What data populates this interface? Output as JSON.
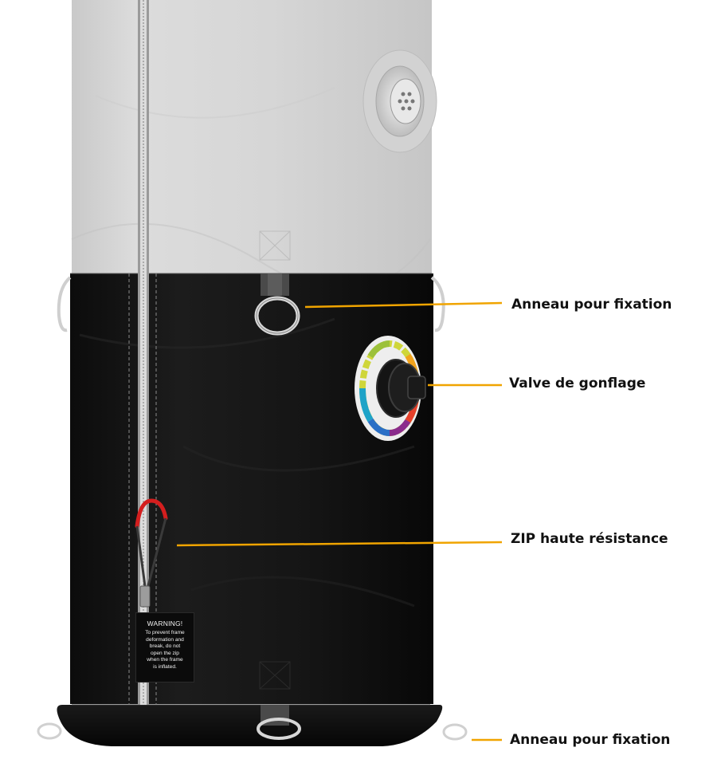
{
  "callouts": {
    "ring_top": "Anneau pour fixation",
    "valve": "Valve de gonflage",
    "zip": "ZIP haute résistance",
    "ring_bottom": "Anneau pour fixation"
  },
  "warning_tag": {
    "title": "WARNING!",
    "body": "To prevent frame\ndeformation and\nbreak, do not\nopen the zip\nwhen the frame\nis inflated."
  },
  "colors": {
    "accent_line": "#f0a400",
    "top_fabric": "#d4d4d4",
    "bottom_fabric": "#121212",
    "zip_pull": "#d41e1e"
  }
}
